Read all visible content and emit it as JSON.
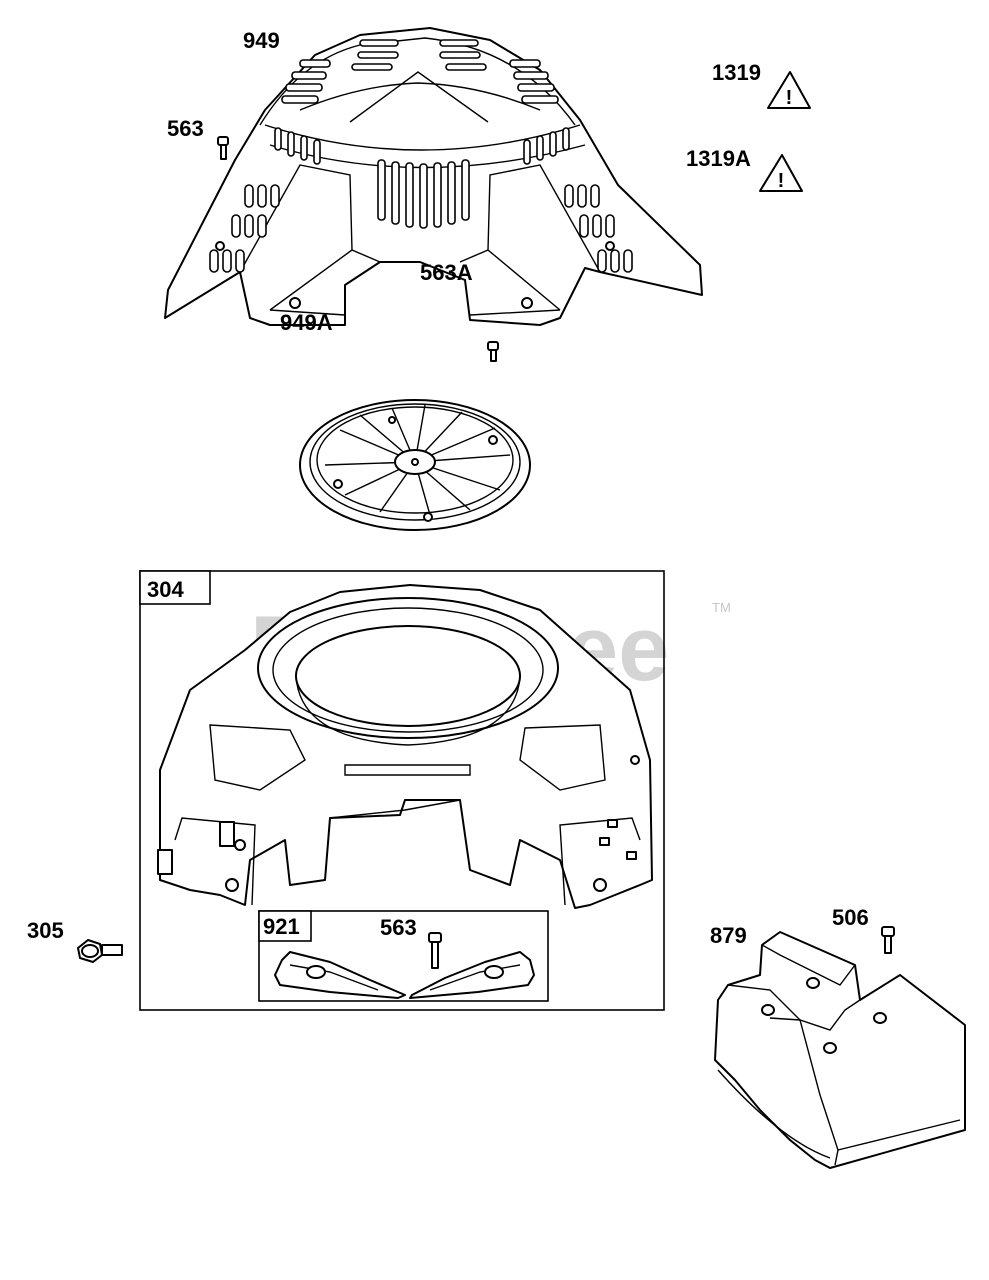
{
  "watermark": {
    "text": "PartsTree",
    "trademark": "TM"
  },
  "warnings": [
    {
      "label": "1319",
      "glyph": "!"
    },
    {
      "label": "1319A",
      "glyph": "!"
    }
  ],
  "callouts": {
    "p949": "949",
    "p563_top": "563",
    "p563a": "563A",
    "p949a": "949A",
    "p304": "304",
    "p921": "921",
    "p563_inner": "563",
    "p305": "305",
    "p879": "879",
    "p506": "506"
  }
}
